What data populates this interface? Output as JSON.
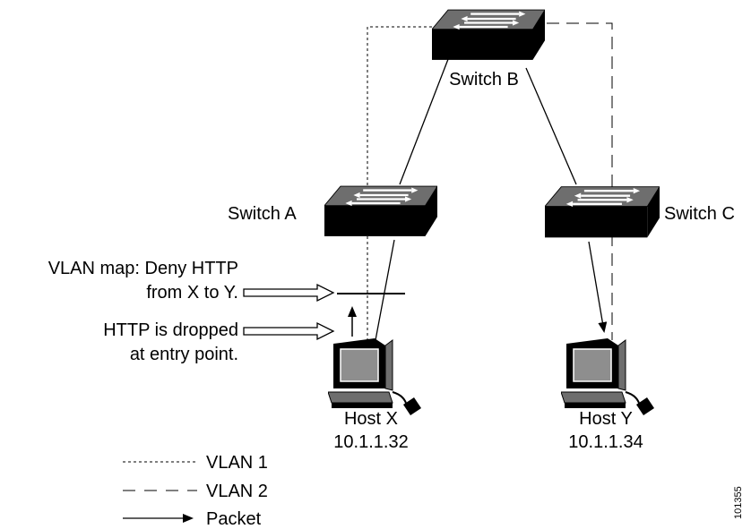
{
  "switches": {
    "a": {
      "label": "Switch A"
    },
    "b": {
      "label": "Switch B"
    },
    "c": {
      "label": "Switch C"
    }
  },
  "hosts": {
    "x": {
      "name": "Host X",
      "ip": "10.1.1.32"
    },
    "y": {
      "name": "Host Y",
      "ip": "10.1.1.34"
    }
  },
  "annotations": {
    "vlan_map_line1": "VLAN map: Deny HTTP",
    "vlan_map_line2": "from X to Y.",
    "dropped_line1": "HTTP is dropped",
    "dropped_line2": "at entry point."
  },
  "legend": {
    "vlan1": "VLAN 1",
    "vlan2": "VLAN 2",
    "packet": "Packet"
  },
  "figure_id": "101355",
  "colors": {
    "device_front": "#000000",
    "device_top": "#6e6e6e",
    "arrow_glyph": "#ffffff",
    "line": "#000000"
  },
  "icons": [
    "switch-icon",
    "workstation-icon",
    "hollow-arrow-icon",
    "packet-arrow-icon"
  ]
}
